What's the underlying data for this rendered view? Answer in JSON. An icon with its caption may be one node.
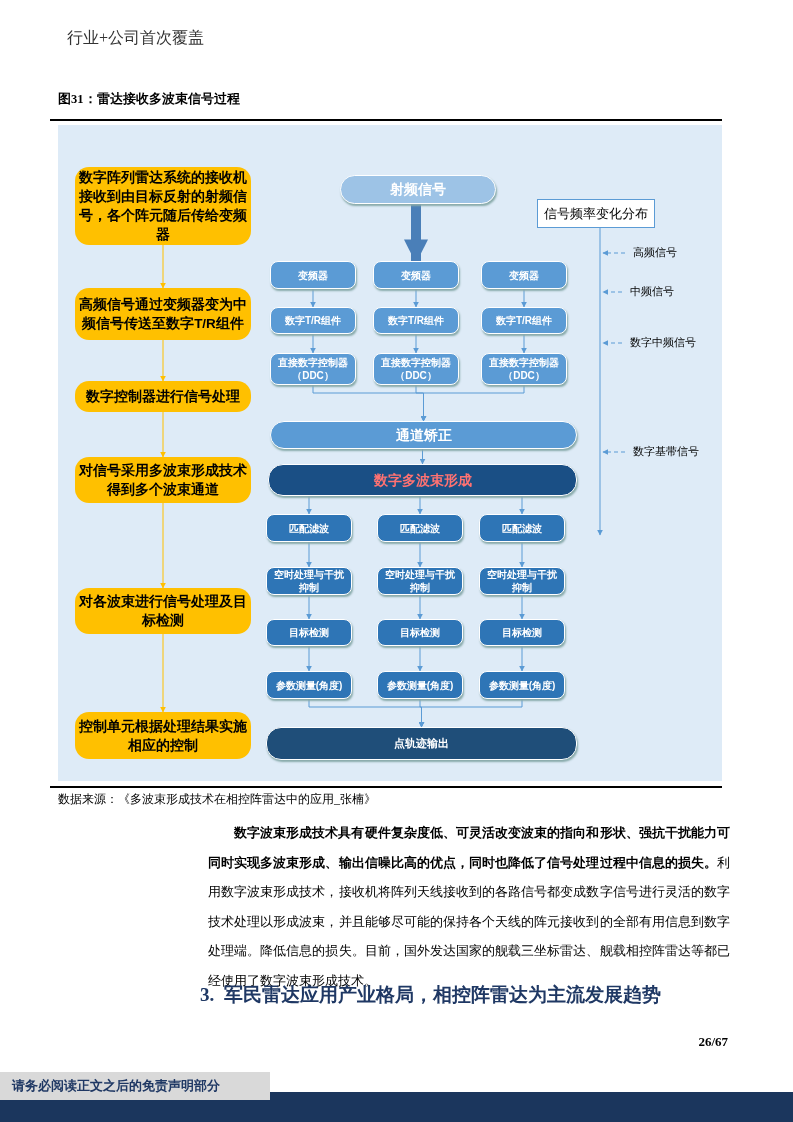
{
  "diagram": {
    "title": "图31：雷达接收多波束信号过程",
    "caption": "数据来源：《多波束形成技术在相控阵雷达中的应用_张楠》",
    "nodes": [
      {
        "text": [
          "数字阵列雷达系统的接收机接收到由目标反射的射频信号，各个阵元随后传给变频器"
        ]
      },
      {
        "text": [
          "高频信号通过变频器变为中频信号传送至数字T/R组件"
        ]
      },
      {
        "text": [
          "数字控制器进行信号处理"
        ]
      },
      {
        "text": [
          "对信号采用多波束形成技术得到多个波束通道"
        ]
      },
      {
        "text": [
          "对各波束进行信号处理及目标检测"
        ]
      },
      {
        "text": [
          "控制单元根据处理结果实施相应的控制"
        ]
      },
      {
        "text": [
          "射频信号"
        ]
      },
      {
        "text": [
          "变频器"
        ]
      },
      {
        "text": [
          "变频器"
        ]
      },
      {
        "text": [
          "变频器"
        ]
      },
      {
        "text": [
          "数字T/R组件"
        ]
      },
      {
        "text": [
          "数字T/R组件"
        ]
      },
      {
        "text": [
          "数字T/R组件"
        ]
      },
      {
        "text": [
          "直接数字控制器（DDC）"
        ]
      },
      {
        "text": [
          "直接数字控制器（DDC）"
        ]
      },
      {
        "text": [
          "直接数字控制器（DDC）"
        ]
      },
      {
        "text": [
          "通道矫正"
        ]
      },
      {
        "text": [
          "数字多波束形成"
        ]
      },
      {
        "text": [
          "匹配滤波"
        ]
      },
      {
        "text": [
          "匹配滤波"
        ]
      },
      {
        "text": [
          "匹配滤波"
        ]
      },
      {
        "text": [
          "空时处理与干扰抑制"
        ]
      },
      {
        "text": [
          "空时处理与干扰抑制"
        ]
      },
      {
        "text": [
          "空时处理与干扰抑制"
        ]
      },
      {
        "text": [
          "目标检测"
        ]
      },
      {
        "text": [
          "目标检测"
        ]
      },
      {
        "text": [
          "目标检测"
        ]
      },
      {
        "text": [
          "参数测量(角度)"
        ]
      },
      {
        "text": [
          "参数测量(角度)"
        ]
      },
      {
        "text": [
          "参数测量(角度)"
        ]
      },
      {
        "text": [
          "点轨迹输出"
        ]
      },
      {
        "text": [
          "信号频率变化分布"
        ]
      },
      {
        "text": [
          "高频信号"
        ]
      },
      {
        "text": [
          "中频信号"
        ]
      },
      {
        "text": [
          "数字中频信号"
        ]
      },
      {
        "text": [
          "数字基带信号"
        ]
      }
    ],
    "edges": [
      {
        "from": 0,
        "to": 1,
        "arrow": "to",
        "color": "#ffc000"
      },
      {
        "from": 1,
        "to": 2,
        "arrow": "to",
        "color": "#ffc000"
      },
      {
        "from": 2,
        "to": 3,
        "arrow": "to",
        "color": "#ffc000"
      },
      {
        "from": 3,
        "to": 4,
        "arrow": "to",
        "color": "#ffc000"
      },
      {
        "from": 4,
        "to": 5,
        "arrow": "to",
        "color": "#ffc000"
      },
      {
        "from": 6,
        "to": 8,
        "arrow": "to",
        "style": "thick",
        "color": "#4a7fb8"
      },
      {
        "from": 7,
        "to": 10,
        "arrow": "to"
      },
      {
        "from": 8,
        "to": 11,
        "arrow": "to"
      },
      {
        "from": 9,
        "to": 12,
        "arrow": "to"
      },
      {
        "from": 10,
        "to": 13,
        "arrow": "to"
      },
      {
        "from": 11,
        "to": 14,
        "arrow": "to"
      },
      {
        "from": 12,
        "to": 15,
        "arrow": "to"
      },
      {
        "from": 13,
        "to": 16,
        "arrow": "to"
      },
      {
        "from": 14,
        "to": 16,
        "arrow": "to"
      },
      {
        "from": 15,
        "to": 16,
        "arrow": "to"
      },
      {
        "from": 16,
        "to": 17,
        "arrow": "to"
      },
      {
        "from": 17,
        "to": 18,
        "arrow": "to"
      },
      {
        "from": 17,
        "to": 19,
        "arrow": "to"
      },
      {
        "from": 17,
        "to": 20,
        "arrow": "to"
      },
      {
        "from": 18,
        "to": 21,
        "arrow": "to"
      },
      {
        "from": 19,
        "to": 22,
        "arrow": "to"
      },
      {
        "from": 20,
        "to": 23,
        "arrow": "to"
      },
      {
        "from": 21,
        "to": 24,
        "arrow": "to"
      },
      {
        "from": 22,
        "to": 25,
        "arrow": "to"
      },
      {
        "from": 23,
        "to": 26,
        "arrow": "to"
      },
      {
        "from": 24,
        "to": 27,
        "arrow": "to"
      },
      {
        "from": 25,
        "to": 28,
        "arrow": "to"
      },
      {
        "from": 26,
        "to": 29,
        "arrow": "to"
      },
      {
        "from": 27,
        "to": 30,
        "arrow": "to"
      },
      {
        "from": 28,
        "to": 30,
        "arrow": "to"
      },
      {
        "from": 29,
        "to": 30,
        "arrow": "to"
      },
      {
        "from": 31,
        "to": null,
        "arrow": "to"
      },
      {
        "from": 32,
        "to": null,
        "arrow": "to",
        "style": "dashed"
      },
      {
        "from": 33,
        "to": null,
        "arrow": "to",
        "style": "dashed"
      },
      {
        "from": 34,
        "to": null,
        "arrow": "to",
        "style": "dashed"
      },
      {
        "from": 35,
        "to": null,
        "arrow": "to",
        "style": "dashed"
      }
    ],
    "labels": [
      "行业+公司首次覆盖",
      "**数字波束形成技术具有硬件复杂度低、可灵活改变波束的指向和形状、强抗干扰能力可同时实现多波束形成、输出信噪比高的优点，同时也降低了信号处理过程中信息的损失。**利用数字波束形成技术，接收机将阵列天线接收到的各路信号都变成数字信号进行灵活的数字技术处理以形成波束，并且能够尽可能的保持各个天线的阵元接收到的全部有用信息到数字处理端。降低信息的损失。目前，国外发达国家的舰载三坐标雷达、舰载相控阵雷达等都已经使用了数字波束形成技术。",
      "3.  军民雷达应用产业格局，相控阵雷达为主流发展趋势",
      "26/67",
      "请务必阅读正文之后的免责声明部分"
    ]
  }
}
